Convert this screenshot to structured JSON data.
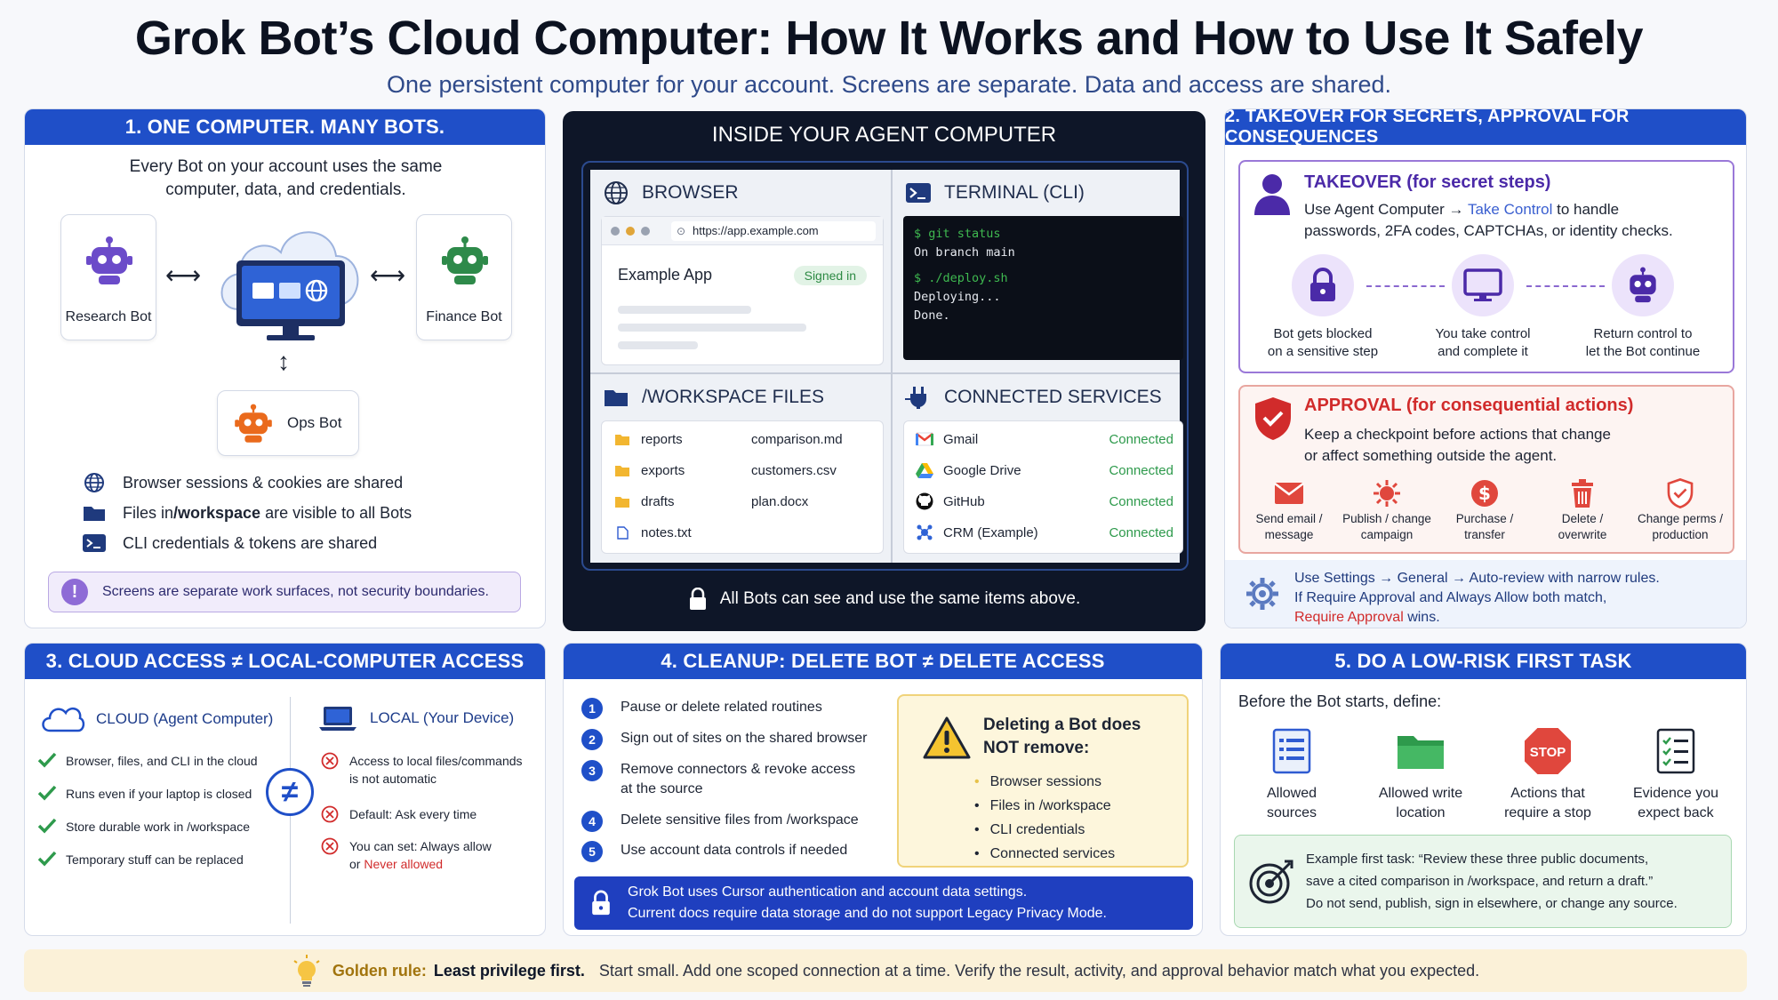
{
  "header": {
    "title": "Grok Bot’s Cloud Computer: How It Works and How to Use It Safely",
    "subtitle": "One persistent computer for your account. Screens are separate. Data and access are shared."
  },
  "panel1": {
    "title": "1. ONE COMPUTER. MANY BOTS.",
    "intro_line1": "Every Bot on your account uses the same",
    "intro_line2": "computer, data, and credentials.",
    "bots": [
      "Research Bot",
      "Finance Bot",
      "Ops Bot"
    ],
    "bullets": [
      {
        "pre": "Browser sessions & cookies are shared",
        "bold": "",
        "post": ""
      },
      {
        "pre": "Files in ",
        "bold": "/workspace",
        "post": " are visible to all Bots"
      },
      {
        "pre": "CLI credentials & tokens are shared",
        "bold": "",
        "post": ""
      }
    ],
    "note": "Screens are separate work surfaces, not security boundaries."
  },
  "center": {
    "title": "INSIDE YOUR AGENT COMPUTER",
    "browser": {
      "label": "BROWSER",
      "url": "https://app.example.com",
      "app_name": "Example App",
      "status": "Signed in"
    },
    "terminal": {
      "label": "TERMINAL (CLI)",
      "lines": [
        "$ git status",
        "On branch main",
        "",
        "$ ./deploy.sh",
        "Deploying...",
        "Done."
      ]
    },
    "files": {
      "label": "/WORKSPACE FILES",
      "folders": [
        "reports",
        "exports",
        "drafts",
        "notes.txt"
      ],
      "docs": [
        "comparison.md",
        "customers.csv",
        "plan.docx"
      ]
    },
    "services": {
      "label": "CONNECTED SERVICES",
      "items": [
        {
          "name": "Gmail",
          "status": "Connected"
        },
        {
          "name": "Google Drive",
          "status": "Connected"
        },
        {
          "name": "GitHub",
          "status": "Connected"
        },
        {
          "name": "CRM (Example)",
          "status": "Connected"
        }
      ]
    },
    "footer": "All Bots can see and use the same items above."
  },
  "panel2": {
    "title": "2. TAKEOVER FOR SECRETS, APPROVAL FOR CONSEQUENCES",
    "takeover": {
      "title": "TAKEOVER (for secret steps)",
      "line1_pre": "Use Agent Computer → ",
      "line1_link": "Take Control",
      "line1_post": " to handle",
      "line2": "passwords, 2FA codes, CAPTCHAs, or identity checks.",
      "steps": [
        {
          "l1": "Bot gets blocked",
          "l2": "on a sensitive step"
        },
        {
          "l1": "You take control",
          "l2": "and complete it"
        },
        {
          "l1": "Return control to",
          "l2": "let the Bot continue"
        }
      ]
    },
    "approval": {
      "title": "APPROVAL (for consequential actions)",
      "line1": "Keep a checkpoint before actions that change",
      "line2": "or affect something outside the agent.",
      "actions": [
        {
          "l1": "Send email /",
          "l2": "message"
        },
        {
          "l1": "Publish / change",
          "l2": "campaign"
        },
        {
          "l1": "Purchase /",
          "l2": "transfer"
        },
        {
          "l1": "Delete /",
          "l2": "overwrite"
        },
        {
          "l1": "Change perms /",
          "l2": "production"
        }
      ]
    },
    "settings": {
      "line1": "Use Settings → General → Auto-review with narrow rules.",
      "line2": "If Require Approval and Always Allow both match,",
      "line3_red": "Require Approval",
      "line3_post": " wins."
    }
  },
  "panel3": {
    "title": "3. CLOUD ACCESS ≠ LOCAL-COMPUTER ACCESS",
    "cloud_label": "CLOUD (Agent Computer)",
    "local_label": "LOCAL (Your Device)",
    "neq": "≠",
    "cloud_items": [
      "Browser, files, and CLI in the cloud",
      "Runs even if your laptop is closed",
      "Store durable work in /workspace",
      "Temporary stuff can be replaced"
    ],
    "local_items": [
      {
        "l1": "Access to local files/commands",
        "l2": "is not automatic"
      },
      {
        "l1": "Default: Ask every time",
        "l2": ""
      },
      {
        "l1": "You can set: Always allow",
        "l2_pre": "or ",
        "l2_red": "Never allowed"
      }
    ]
  },
  "panel4": {
    "title": "4. CLEANUP: DELETE BOT ≠ DELETE ACCESS",
    "steps": [
      {
        "n": "1",
        "l1": "Pause or delete related routines",
        "l2": ""
      },
      {
        "n": "2",
        "l1": "Sign out of sites on the shared browser",
        "l2": ""
      },
      {
        "n": "3",
        "l1": "Remove connectors & revoke access",
        "l2": "at the source"
      },
      {
        "n": "4",
        "l1": "Delete sensitive files from /workspace",
        "l2": ""
      },
      {
        "n": "5",
        "l1": "Use account data controls if needed",
        "l2": ""
      }
    ],
    "warn_title1": "Deleting a Bot does",
    "warn_title2": "NOT remove:",
    "warn_items": [
      "Browser sessions",
      "Files in /workspace",
      "CLI credentials",
      "Connected services"
    ],
    "bar_line1": "Grok Bot uses Cursor authentication and account data settings.",
    "bar_line2": "Current docs require data storage and do not support Legacy Privacy Mode."
  },
  "panel5": {
    "title": "5. DO A LOW-RISK FIRST TASK",
    "define": "Before the Bot starts, define:",
    "items": [
      {
        "l1": "Allowed",
        "l2": "sources"
      },
      {
        "l1": "Allowed write",
        "l2": "location"
      },
      {
        "l1": "Actions that",
        "l2": "require a stop"
      },
      {
        "l1": "Evidence you",
        "l2": "expect back"
      }
    ],
    "stop_text": "STOP",
    "example_l1": "Example first task: “Review these three public documents,",
    "example_l2": "save a cited comparison in /workspace, and return a draft.”",
    "example_l3": "Do not send, publish, sign in elsewhere, or change any source."
  },
  "footer": {
    "label": "Golden rule:",
    "rule": "Least privilege first.",
    "text": "Start small. Add one scoped connection at a time. Verify the result, activity, and approval behavior match what you expected."
  },
  "colors": {
    "primary": "#1f4fc8",
    "dark": "#0e1628",
    "purple": "#8e6bd6",
    "red": "#d12b2b",
    "green": "#2e9a4c"
  }
}
